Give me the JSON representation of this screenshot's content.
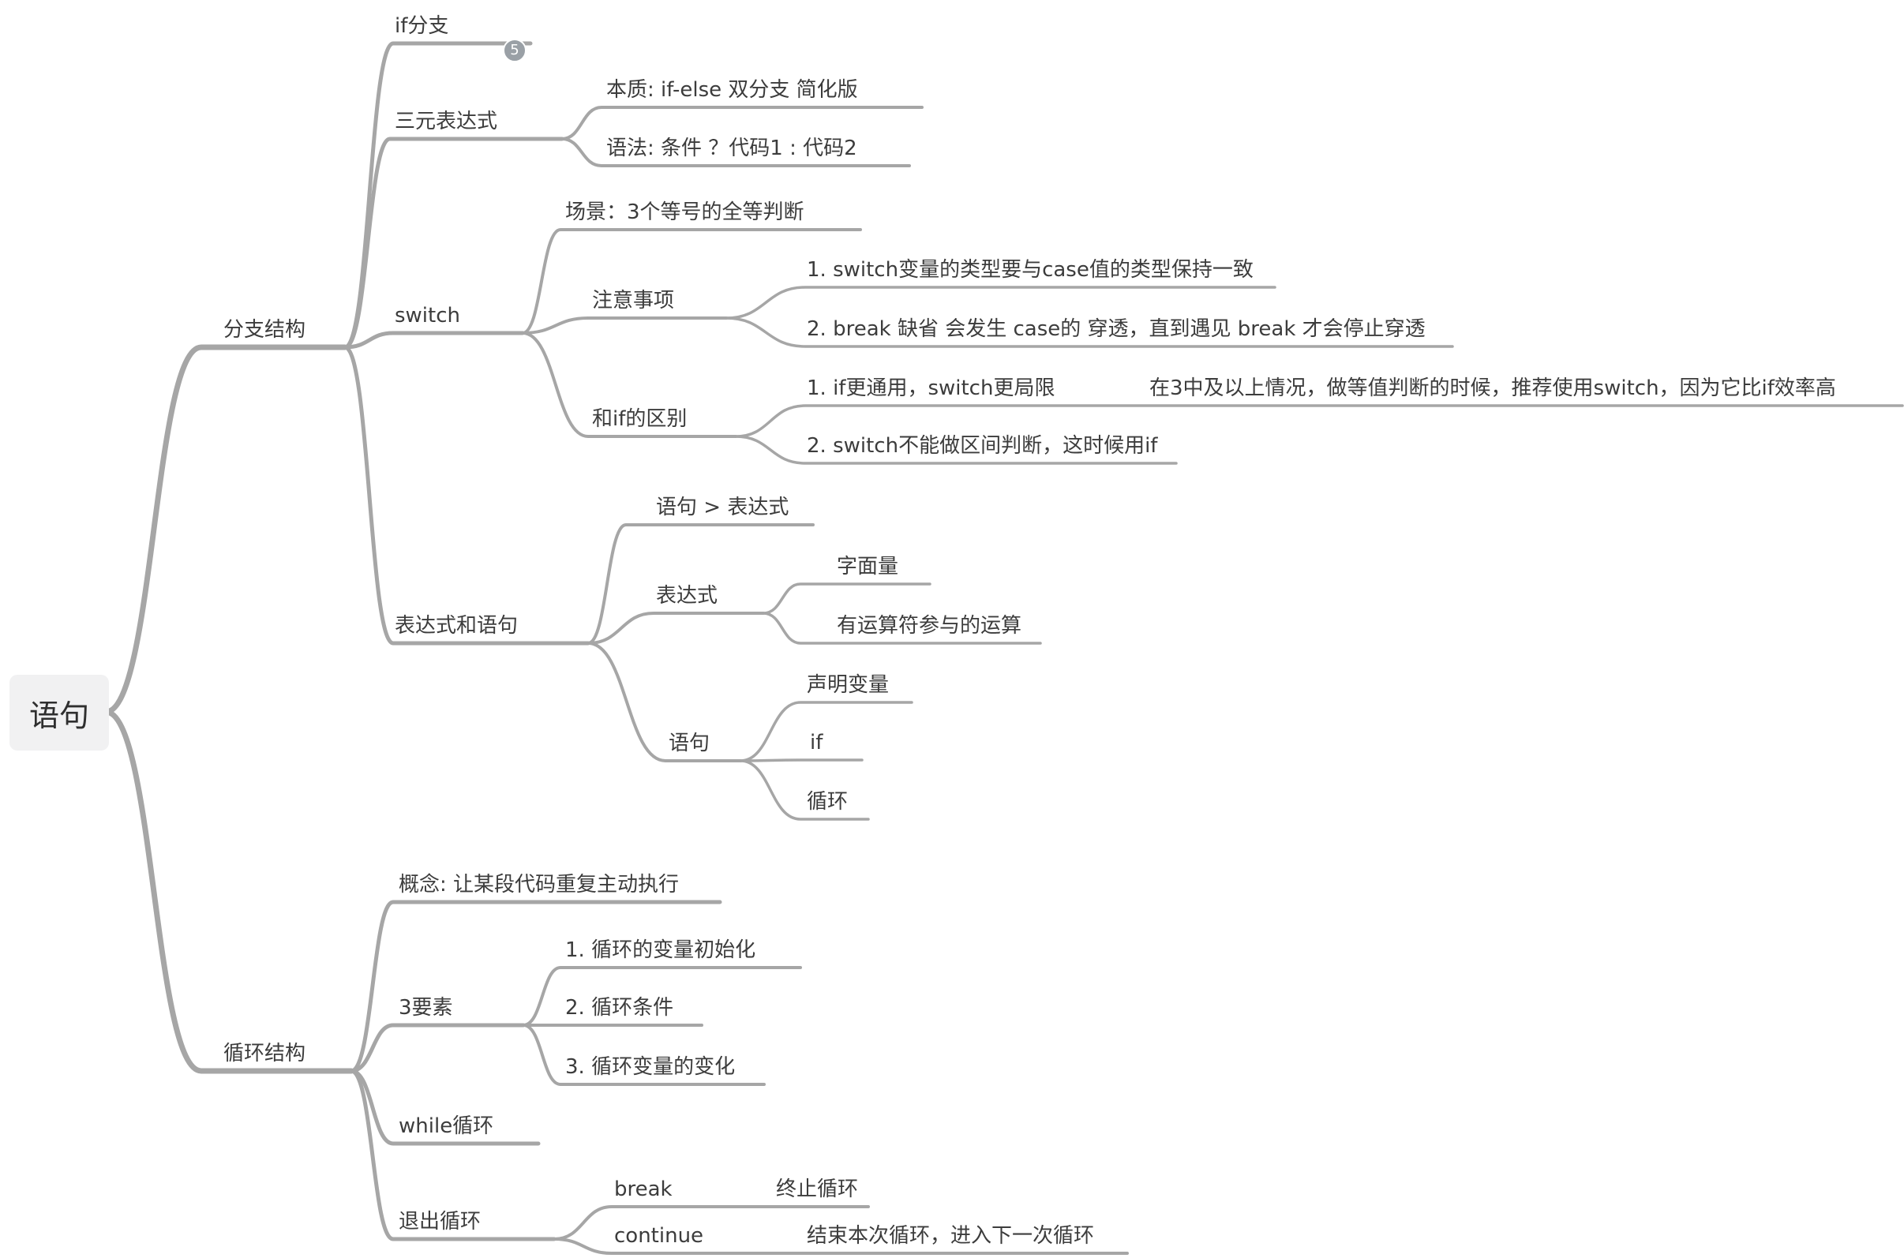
{
  "theme": {
    "line_color": "#a6a6a6",
    "text_color": "#3c3c3c",
    "root_background": "#f1f1f2",
    "badge_background": "#9aa0a6"
  },
  "mindmap": {
    "root": {
      "label": "语句"
    },
    "branches": [
      {
        "label": "分支结构",
        "children": [
          {
            "label": "if分支",
            "badge": "5"
          },
          {
            "label": "三元表达式",
            "children": [
              {
                "label": "本质: if-else 双分支 简化版"
              },
              {
                "label": "语法: 条件 ？代码1 : 代码2"
              }
            ]
          },
          {
            "label": "switch",
            "children": [
              {
                "label": "场景：3个等号的全等判断"
              },
              {
                "label": "注意事项",
                "children": [
                  {
                    "label": "1. switch变量的类型要与case值的类型保持一致"
                  },
                  {
                    "label": "2. break 缺省 会发生 case的 穿透，直到遇见 break 才会停止穿透"
                  }
                ]
              },
              {
                "label": "和if的区别",
                "children": [
                  {
                    "label": "1. if更通用，switch更局限",
                    "note": "在3中及以上情况，做等值判断的时候，推荐使用switch，因为它比if效率高"
                  },
                  {
                    "label": "2. switch不能做区间判断，这时候用if"
                  }
                ]
              }
            ]
          },
          {
            "label": "表达式和语句",
            "children": [
              {
                "label": "语句 > 表达式"
              },
              {
                "label": "表达式",
                "children": [
                  {
                    "label": "字面量"
                  },
                  {
                    "label": "有运算符参与的运算"
                  }
                ]
              },
              {
                "label": "语句",
                "children": [
                  {
                    "label": "声明变量"
                  },
                  {
                    "label": "if"
                  },
                  {
                    "label": "循环"
                  }
                ]
              }
            ]
          }
        ]
      },
      {
        "label": "循环结构",
        "children": [
          {
            "label": "概念: 让某段代码重复主动执行"
          },
          {
            "label": "3要素",
            "children": [
              {
                "label": "1. 循环的变量初始化"
              },
              {
                "label": "2. 循环条件"
              },
              {
                "label": "3. 循环变量的变化"
              }
            ]
          },
          {
            "label": "while循环"
          },
          {
            "label": "退出循环",
            "children": [
              {
                "label": "break",
                "note": "终止循环"
              },
              {
                "label": "continue",
                "note": "结束本次循环，进入下一次循环"
              }
            ]
          }
        ]
      }
    ]
  }
}
